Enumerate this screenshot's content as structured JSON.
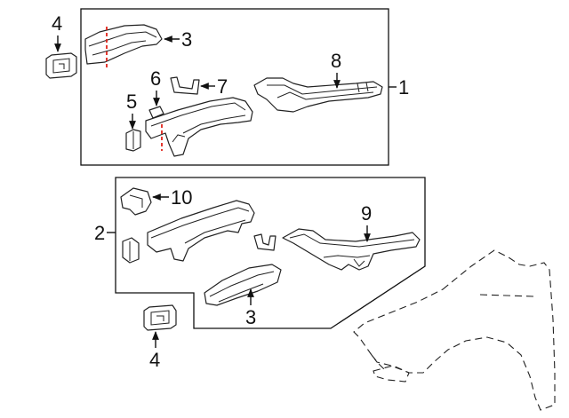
{
  "callouts": {
    "c1": "1",
    "c2": "2",
    "c3_top": "3",
    "c3_bottom": "3",
    "c4_top": "4",
    "c4_bottom": "4",
    "c5": "5",
    "c6": "6",
    "c7": "7",
    "c8": "8",
    "c9": "9",
    "c10": "10"
  },
  "colors": {
    "line": "#222222",
    "cut_marker": "#e2231a",
    "background": "#ffffff"
  }
}
